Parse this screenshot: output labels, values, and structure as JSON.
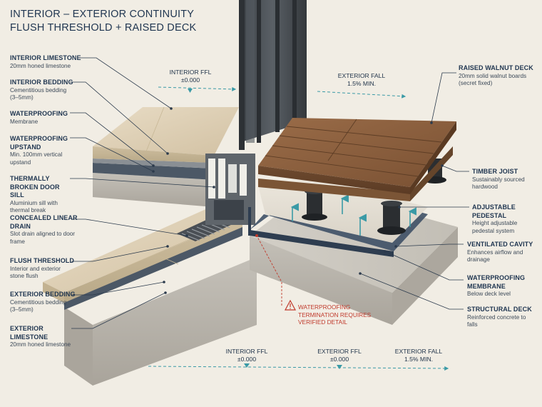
{
  "title": {
    "line1": "INTERIOR – EXTERIOR CONTINUITY",
    "line2": "FLUSH THRESHOLD + RAISED DECK"
  },
  "left_labels": [
    {
      "heading": "INTERIOR LIMESTONE",
      "sub": "20mm honed limestone"
    },
    {
      "heading": "INTERIOR BEDDING",
      "sub": "Cementitious bedding (3–5mm)"
    },
    {
      "heading": "WATERPROOFING",
      "sub": "Membrane"
    },
    {
      "heading": "WATERPROOFING UPSTAND",
      "sub": "Min. 100mm vertical upstand"
    },
    {
      "heading": "THERMALLY BROKEN DOOR SILL",
      "sub": "Aluminium sill with thermal break"
    },
    {
      "heading": "CONCEALED LINEAR DRAIN",
      "sub": "Slot drain aligned to door frame"
    },
    {
      "heading": "FLUSH THRESHOLD",
      "sub": "Interior and exterior stone flush"
    },
    {
      "heading": "EXTERIOR BEDDING",
      "sub": "Cementitious bedding (3–5mm)"
    },
    {
      "heading": "EXTERIOR LIMESTONE",
      "sub": "20mm honed limestone"
    }
  ],
  "right_labels": [
    {
      "heading": "RAISED WALNUT DECK",
      "sub": "20mm solid walnut boards (secret fixed)"
    },
    {
      "heading": "TIMBER JOIST",
      "sub": "Sustainably sourced hardwood"
    },
    {
      "heading": "ADJUSTABLE PEDESTAL",
      "sub": "Height adjustable pedestal system"
    },
    {
      "heading": "VENTILATED CAVITY",
      "sub": "Enhances airflow and drainage"
    },
    {
      "heading": "WATERPROOFING MEMBRANE",
      "sub": "Below deck level"
    },
    {
      "heading": "STRUCTURAL DECK",
      "sub": "Reinforced concrete to falls"
    }
  ],
  "top_levels": [
    {
      "label": "INTERIOR FFL",
      "value": "±0.000"
    },
    {
      "label": "EXTERIOR FALL",
      "value": "1.5% MIN."
    }
  ],
  "bottom_levels": [
    {
      "label": "INTERIOR FFL",
      "value": "±0.000"
    },
    {
      "label": "EXTERIOR FFL",
      "value": "±0.000"
    },
    {
      "label": "EXTERIOR FALL",
      "value": "1.5% MIN."
    }
  ],
  "warning": {
    "line1": "WATERPROOFING",
    "line2": "TERMINATION REQUIRES",
    "line3": "VERIFIED DETAIL"
  },
  "colors": {
    "background": "#f1ede4",
    "navy": "#1f3550",
    "limestone": "#dccdb2",
    "walnut": "#8a5e3e",
    "concrete": "#b9b5ad",
    "membrane": "#34465c",
    "accent_teal": "#3a9aa6",
    "warning_red": "#c0392b"
  }
}
